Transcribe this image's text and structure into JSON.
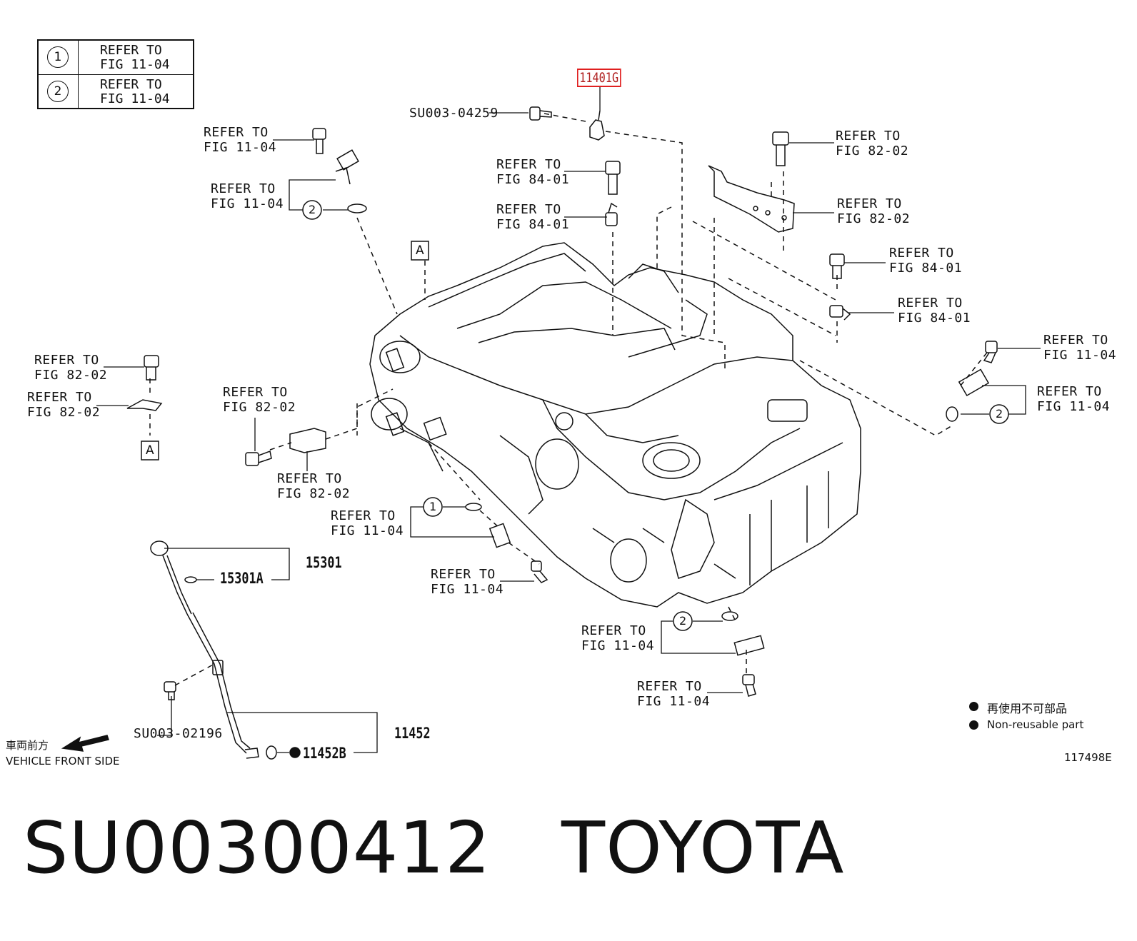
{
  "legend": {
    "rows": [
      {
        "num": "1",
        "text": "REFER TO\nFIG 11-04"
      },
      {
        "num": "2",
        "text": "REFER TO\nFIG 11-04"
      }
    ]
  },
  "labels": {
    "part_11401G": "11401G",
    "su003_04259": "SU003-04259",
    "ref_tl_bolt": "REFER TO\nFIG 11-04",
    "ref_tl_sensor": "REFER TO\nFIG 11-04",
    "ref_84_bolt_top": "REFER TO\nFIG 84-01",
    "ref_84_bracket_top": "REFER TO\nFIG 84-01",
    "ref_82_bolt_tr": "REFER TO\nFIG 82-02",
    "ref_82_bracket_tr": "REFER TO\nFIG 82-02",
    "ref_84_bolt_r": "REFER TO\nFIG 84-01",
    "ref_84_bracket_r": "REFER TO\nFIG 84-01",
    "ref_11_bolt_far_r": "REFER TO\nFIG 11-04",
    "ref_11_sensor_far_r": "REFER TO\nFIG 11-04",
    "ref_82_bolt_l": "REFER TO\nFIG 82-02",
    "ref_82_bracket_l": "REFER TO\nFIG 82-02",
    "ref_82_bolt_mid": "REFER TO\nFIG 82-02",
    "ref_82_bracket_mid": "REFER TO\nFIG 82-02",
    "ref_11_sensor_mid": "REFER TO\nFIG 11-04",
    "ref_11_bolt_mid": "REFER TO\nFIG 11-04",
    "ref_11_sensor_bottom": "REFER TO\nFIG 11-04",
    "ref_11_bolt_bottom": "REFER TO\nFIG 11-04",
    "part_15301": "15301",
    "part_15301A": "15301A",
    "su003_02196": "SU003-02196",
    "part_11452": "11452",
    "part_11452B": "11452B",
    "marker_a_top": "A",
    "marker_a_left": "A",
    "circle_2_tl": "2",
    "circle_1_mid": "1",
    "circle_2_bottom": "2",
    "circle_2_right": "2"
  },
  "notes": {
    "non_reusable_jp": "再使用不可部品",
    "non_reusable_en": "Non-reusable part",
    "figure_id": "117498E",
    "front_jp": "車両前方",
    "front_en": "VEHICLE FRONT SIDE"
  },
  "title": "SU00300412   TOYOTA",
  "colors": {
    "highlight": "#e02020",
    "line": "#111111"
  }
}
